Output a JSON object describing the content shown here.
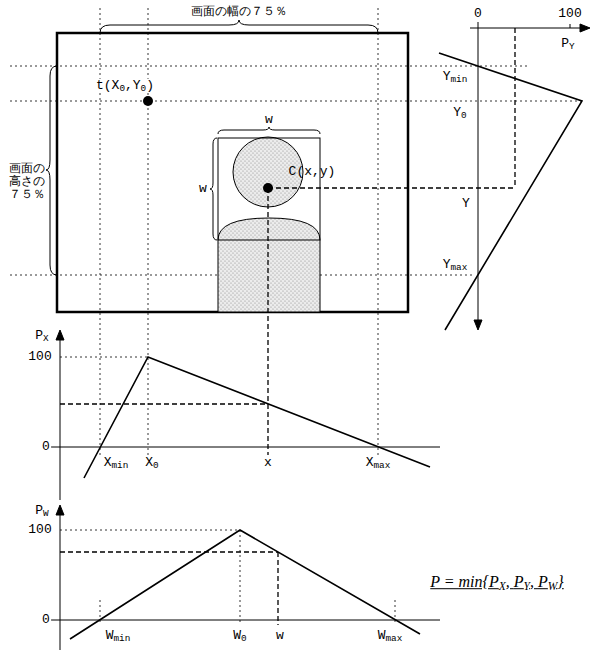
{
  "diagram": {
    "labels": [
      "画面の幅の７５％",
      "画面の高さの７５％",
      "t(X0,Y0)",
      "w",
      "w",
      "C(x,y)",
      "0",
      "100",
      "PY",
      "Ymin",
      "Y0",
      "Y",
      "Ymax",
      "PX",
      "100",
      "0",
      "Xmin",
      "X0",
      "x",
      "Xmax",
      "PW",
      "100",
      "0",
      "Wmin",
      "W0",
      "w",
      "Wmax",
      "P = min{PX, PY, PW}"
    ]
  }
}
